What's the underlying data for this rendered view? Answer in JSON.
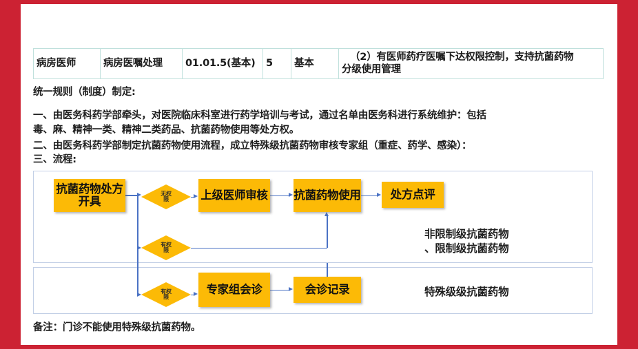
{
  "slide": {
    "accent_color": "#cc2233",
    "node_color": "#fcba06",
    "connector_color": "#4a72c4",
    "table_border_color": "#bfe0dc"
  },
  "table": {
    "rows": [
      {
        "role": "病房医师",
        "module": "病房医嘱处理",
        "code": "01.01.5(基本)",
        "level_num": "5",
        "level": "基本",
        "requirement": "（2）有医师药疗医嘱下达权限控制，支持抗菌药物分级使用管理",
        "requirement_line1": "（2）有医师药疗医嘱下达权限控制，支持抗菌药物",
        "requirement_line2": "分级使用管理"
      }
    ]
  },
  "body": {
    "section_title": "统一规则（制度）制定:",
    "item_one": "一、由医务科药学部牵头，对医院临床科室进行药学培训与考试，通过名单由医务科进行系统维护：包括\n毒、麻、精神一类、精神二类药品、抗菌药物使用等处方权。",
    "item_two": "二、由医务科药学部制定抗菌药物使用流程，成立特殊级抗菌药物审核专家组（重症、药学、感染）：",
    "item_three": "三、流程:",
    "footer_note": "备注：门诊不能使用特殊级抗菌药物。"
  },
  "flow": {
    "nodes": {
      "prescribe": "抗菌药物处方开具",
      "senior_review": "上级医师审核",
      "use": "抗菌药物使用",
      "comment": "处方点评",
      "expert_consult": "专家组会诊",
      "consult_record": "会诊记录"
    },
    "decisions": {
      "no_auth_line1": "无权",
      "no_auth_line2": "限",
      "auth_line1": "有权",
      "auth_line2": "限"
    },
    "labels": {
      "nonrestricted": "非限制级抗菌药物\n、限制级抗菌药物",
      "special": "特殊级级抗菌药物"
    }
  }
}
